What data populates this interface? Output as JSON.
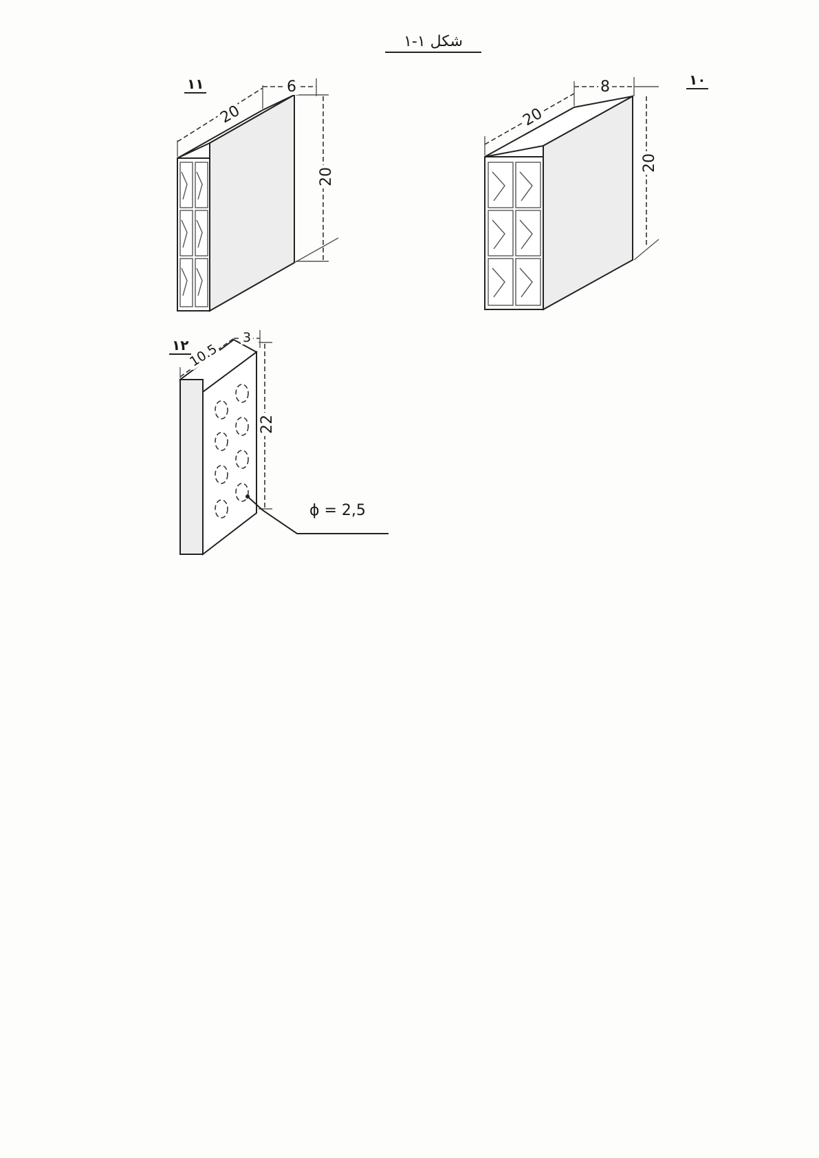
{
  "page": {
    "heading": "شکل ۱-۱"
  },
  "figures": {
    "f11": {
      "number": "۱۱",
      "length": "20",
      "width": "6",
      "height": "20"
    },
    "f10": {
      "number": "۱۰",
      "length": "20",
      "width": "8",
      "height": "20"
    },
    "f12": {
      "number": "۱۲",
      "length": "10.5",
      "width": "3",
      "height": "22",
      "diameter_label": "ϕ = 2,5"
    }
  }
}
